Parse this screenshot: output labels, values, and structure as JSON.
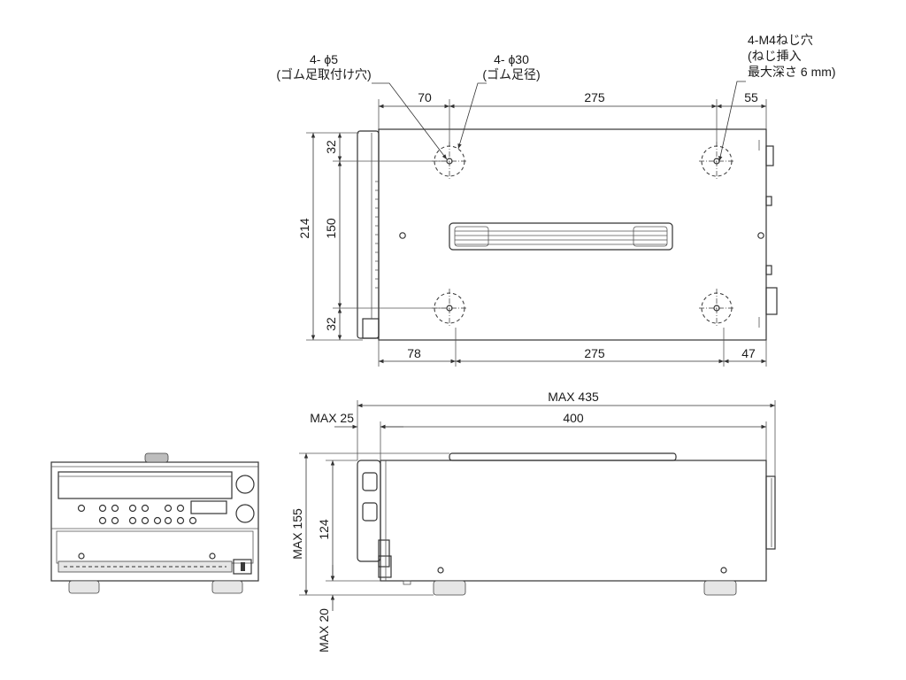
{
  "top_view": {
    "callouts": {
      "rubber_foot_hole": {
        "line1": "4- ϕ5",
        "line2": "(ゴム足取付け穴)"
      },
      "rubber_foot_dia": {
        "line1": "4- ϕ30",
        "line2": "(ゴム足径)"
      },
      "screw_hole": {
        "line1": "4-M4ねじ穴",
        "line2": "(ねじ挿入",
        "line3": "最大深さ 6 mm)"
      }
    },
    "dims_top": [
      "70",
      "275",
      "55"
    ],
    "dims_bottom": [
      "78",
      "275",
      "47"
    ],
    "dims_left": {
      "overall": "214",
      "top": "32",
      "middle": "150",
      "bottom": "32"
    }
  },
  "side_view": {
    "max_length": "MAX 435",
    "body_length": "400",
    "front_protrusion": "MAX 25",
    "max_height": "MAX 155",
    "body_height": "124",
    "foot_height": "MAX 20"
  }
}
